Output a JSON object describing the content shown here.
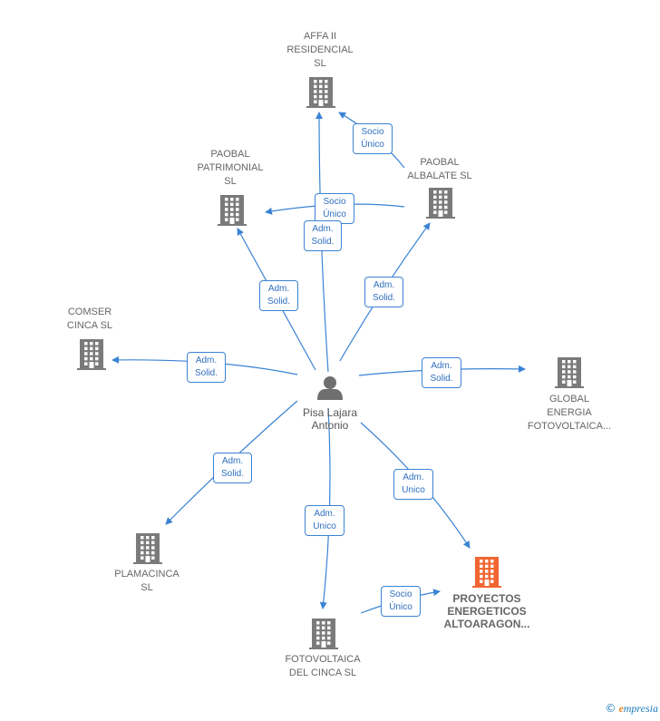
{
  "person": {
    "label": "Pisa Lajara\nAntonio"
  },
  "companies": [
    {
      "id": "affa",
      "label": "AFFA II\nRESIDENCIAL\nSL"
    },
    {
      "id": "paobal_patrimonial",
      "label": "PAOBAL\nPATRIMONIAL\nSL"
    },
    {
      "id": "paobal_albalate",
      "label": "PAOBAL\nALBALATE SL"
    },
    {
      "id": "comser",
      "label": "COMSER\nCINCA SL"
    },
    {
      "id": "global",
      "label": "GLOBAL\nENERGIA\nFOTOVOLTAICA..."
    },
    {
      "id": "plamacinca",
      "label": "PLAMACINCA\nSL"
    },
    {
      "id": "fotovoltaica",
      "label": "FOTOVOLTAICA\nDEL CINCA  SL"
    },
    {
      "id": "proyectos",
      "label": "PROYECTOS\nENERGETICOS\nALTOARAGON...",
      "highlight": true
    }
  ],
  "edges": [
    {
      "id": "e1",
      "label": "Socio\nÚnico"
    },
    {
      "id": "e2",
      "label": "Socio\nÚnico"
    },
    {
      "id": "e3",
      "label": "Adm.\nSolid."
    },
    {
      "id": "e4",
      "label": "Adm.\nSolid."
    },
    {
      "id": "e5",
      "label": "Adm.\nSolid."
    },
    {
      "id": "e6",
      "label": "Adm.\nSolid."
    },
    {
      "id": "e7",
      "label": "Adm.\nSolid."
    },
    {
      "id": "e8",
      "label": "Adm.\nSolid."
    },
    {
      "id": "e9",
      "label": "Adm.\nUnico"
    },
    {
      "id": "e10",
      "label": "Adm.\nUnico"
    },
    {
      "id": "e11",
      "label": "Socio\nÚnico"
    }
  ],
  "colors": {
    "edge": "#3b83d4",
    "building": "#7a7a7a",
    "highlight": "#f26531",
    "person": "#6f6f6f"
  },
  "icons": {
    "company": "building-icon",
    "person": "person-icon"
  },
  "footer": {
    "copyright": "©",
    "brand_initial": "e",
    "brand_rest": "mpresia"
  }
}
